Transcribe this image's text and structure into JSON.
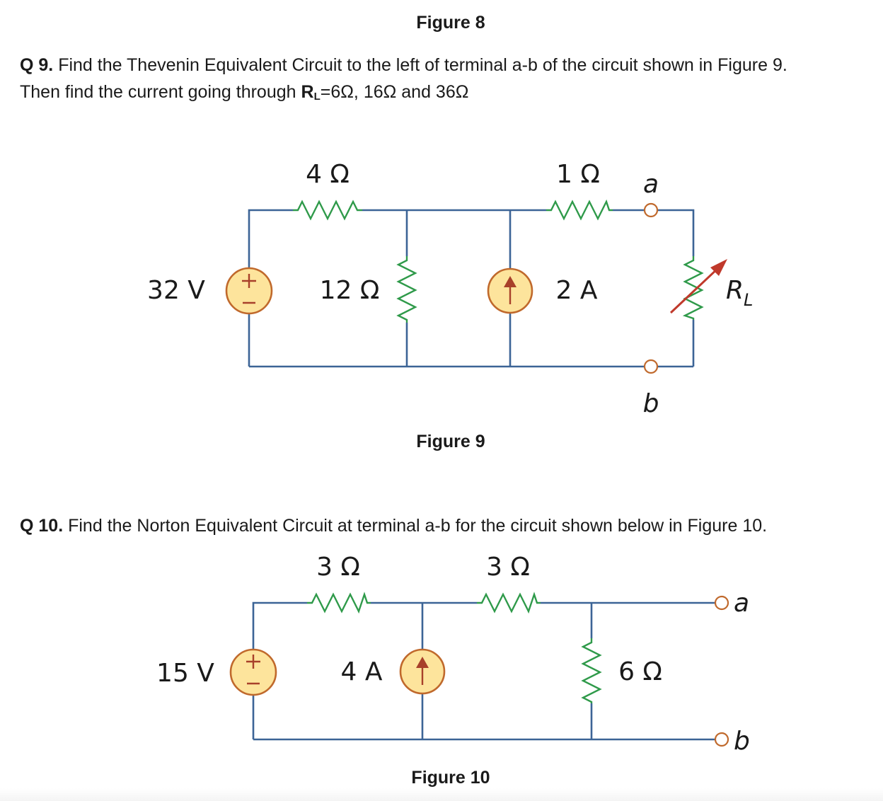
{
  "captions": {
    "figure8": "Figure 8",
    "figure9": "Figure 9",
    "figure10": "Figure 10"
  },
  "q9": {
    "number": "Q 9.",
    "line1": "Find the Thevenin Equivalent Circuit to the left of terminal a-b of the circuit shown in Figure 9.",
    "line2_prefix": "Then find the current going through ",
    "rl_main": "R",
    "rl_sub": "L",
    "line2_suffix": "=6Ω, 16Ω and 36Ω"
  },
  "q10": {
    "number": "Q 10.",
    "line1": "Find the Norton Equivalent Circuit at terminal a-b for the circuit shown below in Figure 10."
  },
  "figure9": {
    "r_top_left": "4 Ω",
    "r_top_right": "1 Ω",
    "r_shunt": "12 Ω",
    "voltage_source": "32 V",
    "current_source": "2 A",
    "terminal_a": "a",
    "terminal_b": "b",
    "load_main": "R",
    "load_sub": "L"
  },
  "figure10": {
    "r_left": "3 Ω",
    "r_right": "3 Ω",
    "r_shunt": "6 Ω",
    "voltage_source": "15 V",
    "current_source": "4 A",
    "terminal_a": "a",
    "terminal_b": "b"
  },
  "colors": {
    "wire": "#3c6496",
    "resistor": "#2f9a4a",
    "source_fill": "#fde49c",
    "source_stroke": "#c0692c",
    "variable_arrow": "#c0392b"
  }
}
